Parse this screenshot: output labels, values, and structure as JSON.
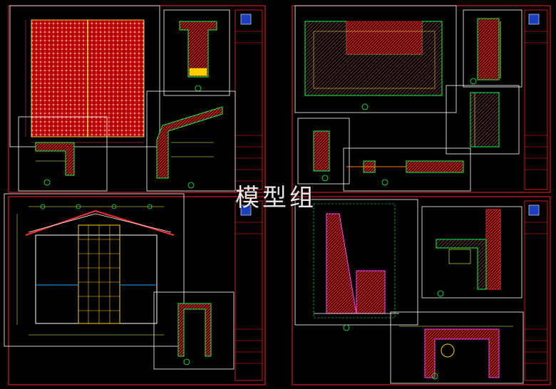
{
  "watermark": "模型组",
  "colors": {
    "background": "#000000",
    "sheet_border": "#ff2020",
    "viewport_frame": "#ffffff",
    "section_line": "#00ff40",
    "hatch": "#ff3030",
    "annotation": "#ffff40",
    "logo_blue": "#1a3fbf"
  },
  "sheets": [
    {
      "id": "sheet-1",
      "title_block_logo": "logo-icon"
    },
    {
      "id": "sheet-2",
      "title_block_logo": "logo-icon"
    },
    {
      "id": "sheet-3",
      "title_block_logo": "logo-icon"
    },
    {
      "id": "sheet-4",
      "title_block_logo": "logo-icon"
    }
  ]
}
